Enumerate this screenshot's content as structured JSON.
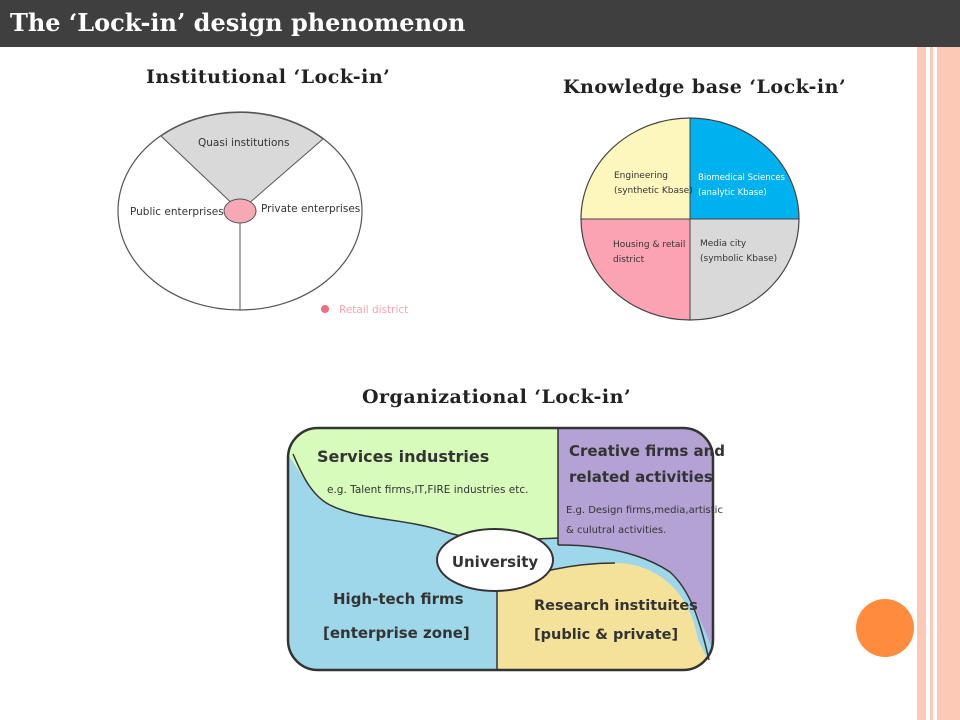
{
  "slide": {
    "title": "The ‘Lock-in’ design phenomenon",
    "accent_color": "#fdc9b7",
    "circle_color": "#fe8b3e"
  },
  "institutional": {
    "caption": "Institutional ‘Lock-in’",
    "labels": {
      "quasi": "Quasi institutions",
      "public": "Public enterprises",
      "private": "Private enterprises",
      "retail": "Retail district"
    }
  },
  "knowledge": {
    "caption": "Knowledge base ‘Lock-in’",
    "quadrants": {
      "engineering_1": "Engineering",
      "engineering_2": "(synthetic Kbase)",
      "biomedical_1": "Biomedical Sciences",
      "biomedical_2": "(analytic Kbase)",
      "housing_1": "Housing & retail",
      "housing_2": "district",
      "media_1": "Media city",
      "media_2": "(symbolic Kbase)"
    },
    "colors": {
      "engineering": "#fdf6bd",
      "biomedical": "#00b1f0",
      "housing": "#fba3b2",
      "media": "#d9d9d9"
    }
  },
  "organizational": {
    "caption": "Organizational ‘Lock-in’",
    "services": {
      "title": "Services industries",
      "sub": "e.g. Talent firms,IT,FIRE industries etc."
    },
    "creative": {
      "title_1": "Creative firms and",
      "title_2": "related activities",
      "sub_1": "E.g. Design firms,media,artistic",
      "sub_2": "& culutral activities."
    },
    "hightech": {
      "title": "High-tech firms",
      "sub": "[enterprise zone]"
    },
    "research": {
      "title": "Research instituites",
      "sub": "[public & private]"
    },
    "university": "University",
    "colors": {
      "services": "#d6fbbb",
      "creative": "#b3a2d3",
      "hightech": "#9fd7ea",
      "research": "#f4e29b"
    }
  }
}
